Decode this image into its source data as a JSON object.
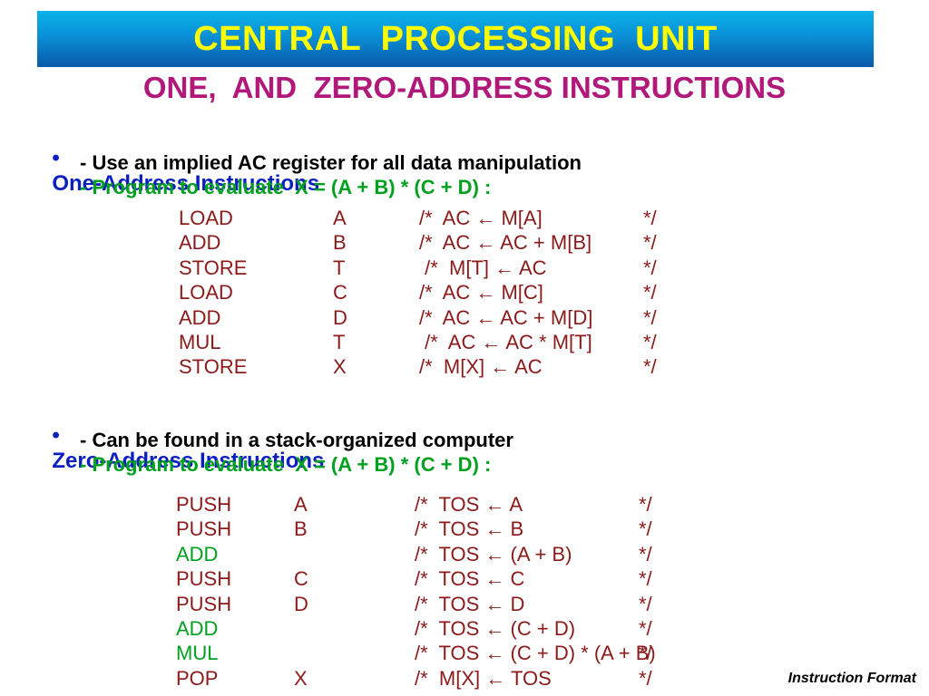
{
  "title": "CENTRAL  PROCESSING  UNIT",
  "subtitle": "ONE,  AND  ZERO-ADDRESS INSTRUCTIONS",
  "one_address": {
    "bullet": "•",
    "heading": "One-Address Instructions",
    "line1": "- Use an implied AC register for all data manipulation",
    "line2": "- Program to evaluate  X = (A + B) * (C + D) :",
    "rows": [
      {
        "op": "LOAD",
        "arg": "A",
        "comment": "/*  AC ← M[A]",
        "end": "*/"
      },
      {
        "op": "ADD",
        "arg": "B",
        "comment": "/*  AC ← AC + M[B]",
        "end": "*/"
      },
      {
        "op": "STORE",
        "arg": "T",
        "comment": " /*  M[T] ← AC",
        "end": "*/"
      },
      {
        "op": "LOAD",
        "arg": "C",
        "comment": "/*  AC ← M[C]",
        "end": "*/"
      },
      {
        "op": "ADD",
        "arg": "D",
        "comment": "/*  AC ← AC + M[D]",
        "end": "*/"
      },
      {
        "op": "MUL",
        "arg": "T",
        "comment": " /*  AC ← AC * M[T]",
        "end": "*/"
      },
      {
        "op": "STORE",
        "arg": "X",
        "comment": "/*  M[X] ← AC",
        "end": "*/"
      }
    ]
  },
  "zero_address": {
    "bullet": "•",
    "heading": "Zero-Address Instructions",
    "line1": "- Can be found in a stack-organized computer",
    "line2": "- Program to evaluate  X = (A + B) * (C + D) :",
    "rows": [
      {
        "op": "PUSH",
        "arg": "A",
        "comment": "/*  TOS ← A",
        "end": "*/",
        "green": false
      },
      {
        "op": "PUSH",
        "arg": "B",
        "comment": "/*  TOS ← B",
        "end": "*/",
        "green": false
      },
      {
        "op": "ADD",
        "arg": "",
        "comment": "/*  TOS ← (A + B)",
        "end": "*/",
        "green": true
      },
      {
        "op": "PUSH",
        "arg": "C",
        "comment": "/*  TOS ← C",
        "end": "*/",
        "green": false
      },
      {
        "op": "PUSH",
        "arg": "D",
        "comment": "/*  TOS ← D",
        "end": "*/",
        "green": false
      },
      {
        "op": "ADD",
        "arg": "",
        "comment": "/*  TOS ← (C + D)",
        "end": "*/",
        "green": true
      },
      {
        "op": "MUL",
        "arg": "",
        "comment": "/*  TOS ← (C + D) * (A + B)",
        "end": "*/",
        "green": true
      },
      {
        "op": "POP",
        "arg": "X",
        "comment": "/*  M[X] ← TOS",
        "end": "*/",
        "green": false
      }
    ]
  },
  "footer": "Instruction Format",
  "colors": {
    "title_text": "#ffff00",
    "banner": "#0a8fd6",
    "subtitle": "#b0187a",
    "heading": "#0a1fc0",
    "green": "#00a020",
    "code": "#8b1a1a"
  }
}
